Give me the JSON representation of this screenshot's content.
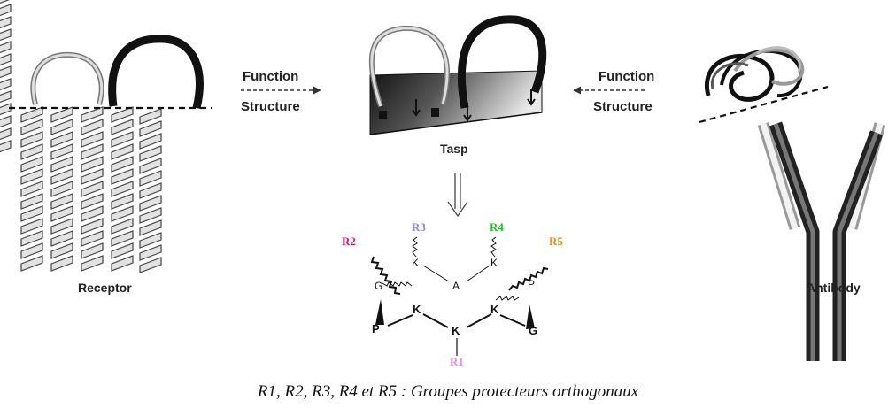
{
  "labels": {
    "function_left": "Function",
    "structure_left": "Structure",
    "function_right": "Function",
    "structure_right": "Structure",
    "receptor": "Receptor",
    "tasp": "Tasp",
    "antibody": "Antibody"
  },
  "scaffold": {
    "residues": {
      "k_r3": "K",
      "k_r4": "K",
      "a": "A",
      "g_left": "G",
      "p_right": "P",
      "k_left": "K",
      "k_mid": "K",
      "k_right": "K",
      "p_left": "P",
      "g_right": "G"
    },
    "groups": [
      {
        "key": "r1",
        "label": "R1",
        "color": "#e68fe0"
      },
      {
        "key": "r2",
        "label": "R2",
        "color": "#e6166e"
      },
      {
        "key": "r3",
        "label": "R3",
        "color": "#8a8ae6"
      },
      {
        "key": "r4",
        "label": "R4",
        "color": "#22c422"
      },
      {
        "key": "r5",
        "label": "R5",
        "color": "#f08a1c"
      }
    ]
  },
  "caption": "R1, R2, R3, R4 et R5 : Groupes protecteurs orthogonaux"
}
